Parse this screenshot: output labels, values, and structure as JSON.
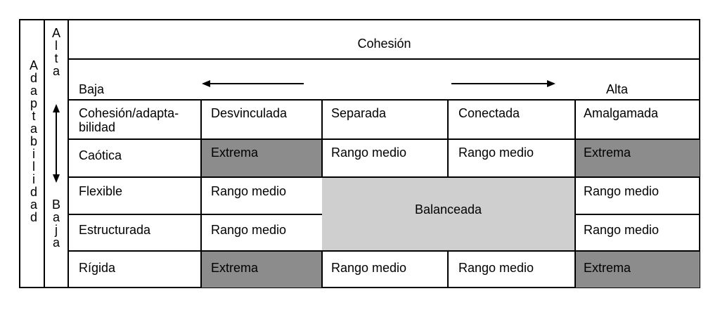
{
  "side_label": "Adaptabilidad",
  "axis_labels": {
    "high": "Alta",
    "low": "Baja"
  },
  "cohesion": {
    "title": "Cohesión",
    "low": "Baja",
    "high": "Alta"
  },
  "header_row": [
    "Cohesión/adapta-\nbilidad",
    "Desvinculada",
    "Separada",
    "Conectada",
    "Amalgamada"
  ],
  "rows": [
    {
      "label": "Caótica",
      "cells": [
        "Extrema",
        "Rango medio",
        "Rango medio",
        "Extrema"
      ]
    },
    {
      "label": "Flexible",
      "cells": [
        "Rango medio",
        "Rango medio"
      ]
    },
    {
      "label": "Estructurada",
      "cells": [
        "Rango medio",
        "Rango medio"
      ]
    },
    {
      "label": "Rígida",
      "cells": [
        "Extrema",
        "Rango medio",
        "Rango medio",
        "Extrema"
      ]
    }
  ],
  "balanced_label": "Balanceada",
  "colors": {
    "extreme": "#8c8c8c",
    "balanced": "#cfcfcf",
    "lines": "#000000"
  }
}
